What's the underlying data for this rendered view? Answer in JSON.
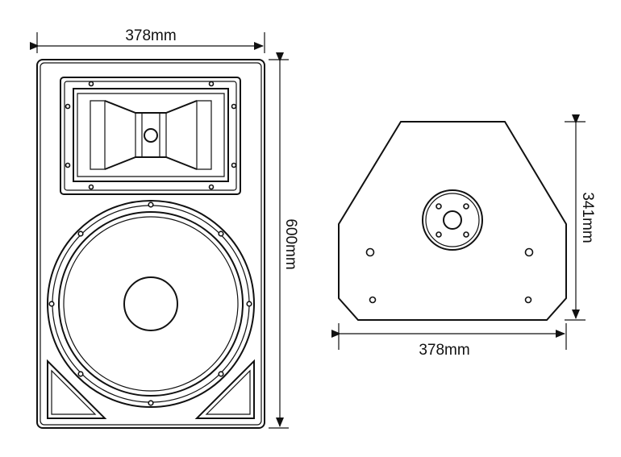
{
  "front_view": {
    "width_label": "378mm",
    "height_label": "600mm"
  },
  "side_view": {
    "width_label": "378mm",
    "depth_label": "341mm"
  },
  "colors": {
    "line": "#111111",
    "background": "#ffffff"
  }
}
